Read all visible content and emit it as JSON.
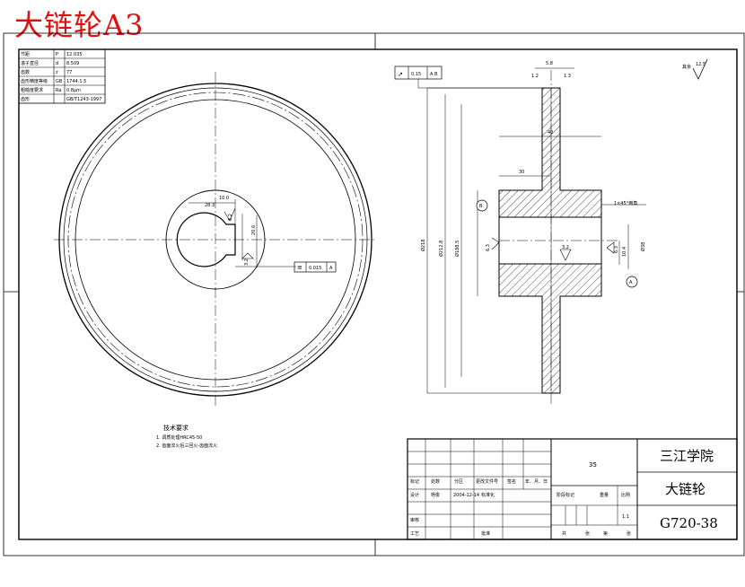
{
  "drawing_title": "大链轮A3",
  "param_table": [
    {
      "label": "节距",
      "sym": "P",
      "value": "12.035"
    },
    {
      "label": "滚子直径",
      "sym": "d",
      "value": "8.509"
    },
    {
      "label": "齿数",
      "sym": "z",
      "value": "77"
    },
    {
      "label": "齿形精度等级",
      "sym": "GB",
      "value": "1744.1.5"
    },
    {
      "label": "粗糙度要求",
      "sym": "Ra",
      "value": "0.8μm"
    },
    {
      "label": "齿形",
      "sym": "",
      "value": "GB/T1243-1997"
    }
  ],
  "roughness_note": "其余",
  "roughness_value": "12.5",
  "front_view": {
    "keyway_width": "10.0",
    "hub_width": "28.3",
    "keyway_depth": "20.6",
    "roughness_a": "3.2",
    "roughness_b": "3.2",
    "roughness_c": "3.2",
    "tolerance_symbol": "≡",
    "tolerance_value": "0.015",
    "tolerance_datum": "A"
  },
  "side_view": {
    "runout_symbol": "↗",
    "runout_value": "0.15",
    "runout_datum": "A B",
    "dim_top_width": "5.8",
    "dim_top_left": "1.2",
    "dim_top_right": "1.3",
    "dim_hub_len": "40",
    "dim_hub_half": "30",
    "dim_od": "Ø218",
    "dim_pitch": "Ø212.8",
    "dim_root": "Ø188.5",
    "dim_bore": "Ø38",
    "chamfer_note": "1×45°倒角",
    "datum_b": "B",
    "datum_a": "A",
    "rough_bore_left": "6.3",
    "rough_bore_mid": "3.2",
    "rough_bore_right": "6.3",
    "dim_key": "10.4"
  },
  "tech_requirements": {
    "title": "技术要求",
    "items": [
      "1. 调质处理HRC45-50",
      "2. 齿面淬火后三回火-齿面淬火"
    ]
  },
  "title_block": {
    "material": "35",
    "school": "三江学院",
    "part_name": "大链轮",
    "drawing_no": "G720-38",
    "scale": "1:1",
    "row_labels": [
      "标记",
      "处数",
      "分区",
      "更改文件号",
      "签名",
      "年、月、日"
    ],
    "design_row": [
      "设计",
      "杨俊",
      "2004-12-14",
      "标准化"
    ],
    "stage_labels": [
      "阶段标记",
      "重量",
      "比例"
    ],
    "check": "审核",
    "process": "工艺",
    "approve": "批准",
    "sheet_labels": [
      "共",
      "张",
      "第",
      "张"
    ]
  }
}
